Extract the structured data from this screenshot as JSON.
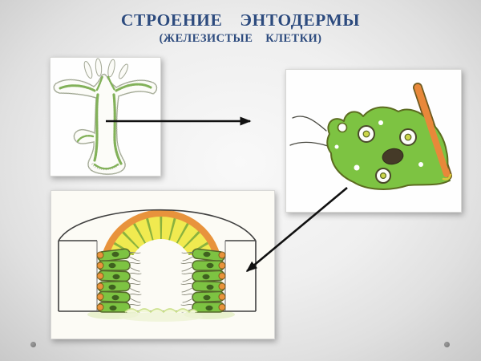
{
  "slide": {
    "title_line1": "СТРОЕНИЕ  ЭНТОДЕРМЫ",
    "title_line2": "(ЖЕЛЕЗИСТЫЕ  КЛЕТКИ)",
    "title_color": "#2d4b7e"
  },
  "figures": {
    "hydra": {
      "name": "hydra-longitudinal-section-illustration"
    },
    "gland_cell": {
      "name": "glandular-endoderm-cell-illustration"
    },
    "endoderm_section": {
      "name": "endoderm-layer-cross-section-illustration"
    }
  },
  "arrows": [
    {
      "from": "hydra-figure",
      "to": "gland-cell-figure"
    },
    {
      "from": "gland-cell-figure",
      "to": "endoderm-section-figure"
    }
  ],
  "colors": {
    "cell_green": "#7dc342",
    "accent_orange": "#e8883a",
    "arrow_black": "#111111",
    "footer_dot_gray": "#8d8d8d"
  }
}
